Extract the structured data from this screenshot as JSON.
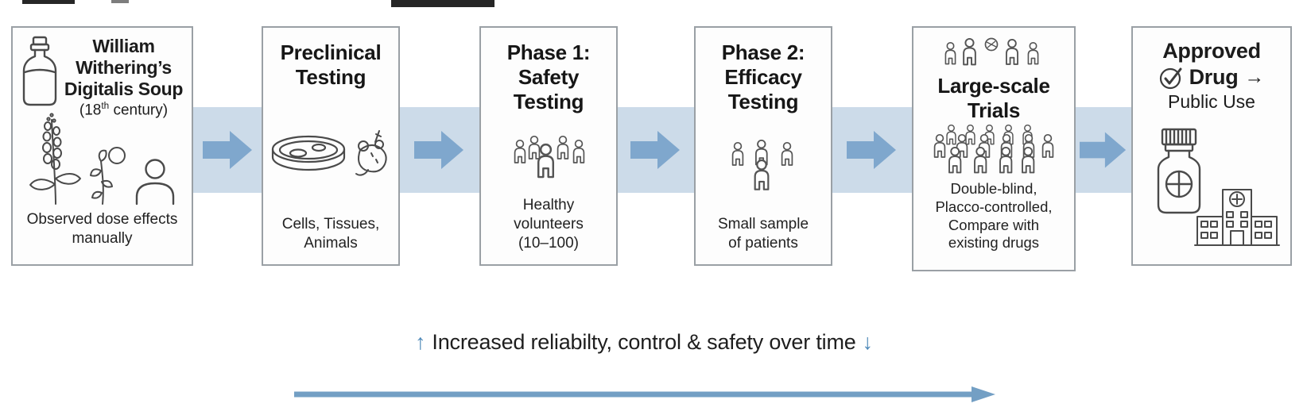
{
  "diagram": {
    "steps": [
      {
        "id": "origin",
        "title_lines": [
          "William",
          "Withering’s",
          "Digitalis Soup"
        ],
        "era_prefix": "(18",
        "era_sup": "th",
        "era_suffix": " century)",
        "caption_lines": [
          "Observed dose effects",
          "manually"
        ],
        "icons": [
          "medicine-bottle-icon",
          "foxglove-plant-icon",
          "herb-sprig-icon",
          "person-icon"
        ]
      },
      {
        "id": "preclinical",
        "title_lines": [
          "Preclinical",
          "Testing"
        ],
        "caption_lines": [
          "Cells, Tissues,",
          "Animals"
        ],
        "icons": [
          "petri-dish-icon",
          "lab-mouse-icon"
        ]
      },
      {
        "id": "phase1",
        "title_lines": [
          "Phase 1:",
          "Safety",
          "Testing"
        ],
        "caption_lines": [
          "Healthy",
          "volunteers",
          "(10–100)"
        ],
        "icons": [
          "volunteer-group-icon"
        ]
      },
      {
        "id": "phase2",
        "title_lines": [
          "Phase 2:",
          "Efficacy",
          "Testing"
        ],
        "caption_lines": [
          "Small sample",
          "of patients"
        ],
        "icons": [
          "patient-group-icon"
        ]
      },
      {
        "id": "large-scale",
        "title_lines": [
          "Large-scale",
          "Trials"
        ],
        "caption_lines": [
          "Double-blind,",
          "Placco-controlled,",
          "Compare with",
          "existing drugs"
        ],
        "icons": [
          "participants-row-icon",
          "globe-icon",
          "crowd-icon"
        ]
      },
      {
        "id": "approved",
        "title_line1": "Approved",
        "title_line2_word": "Drug",
        "title_line2_arrow": "→",
        "title_line3": "Public Use",
        "icons": [
          "check-circle-icon",
          "pill-bottle-icon",
          "hospital-icon"
        ]
      }
    ],
    "footer": {
      "up_arrow": "↑",
      "label": "Increased reliabilty, control & safety over time",
      "down_arrow": "↓"
    },
    "colors": {
      "band": "#ccdbe9",
      "block_arrow": "#7fa7cd",
      "long_arrow": "#739fc4",
      "footer_accent": "#4d88b8",
      "box_border": "#9aa0a5",
      "text": "#1c1c1c"
    }
  }
}
